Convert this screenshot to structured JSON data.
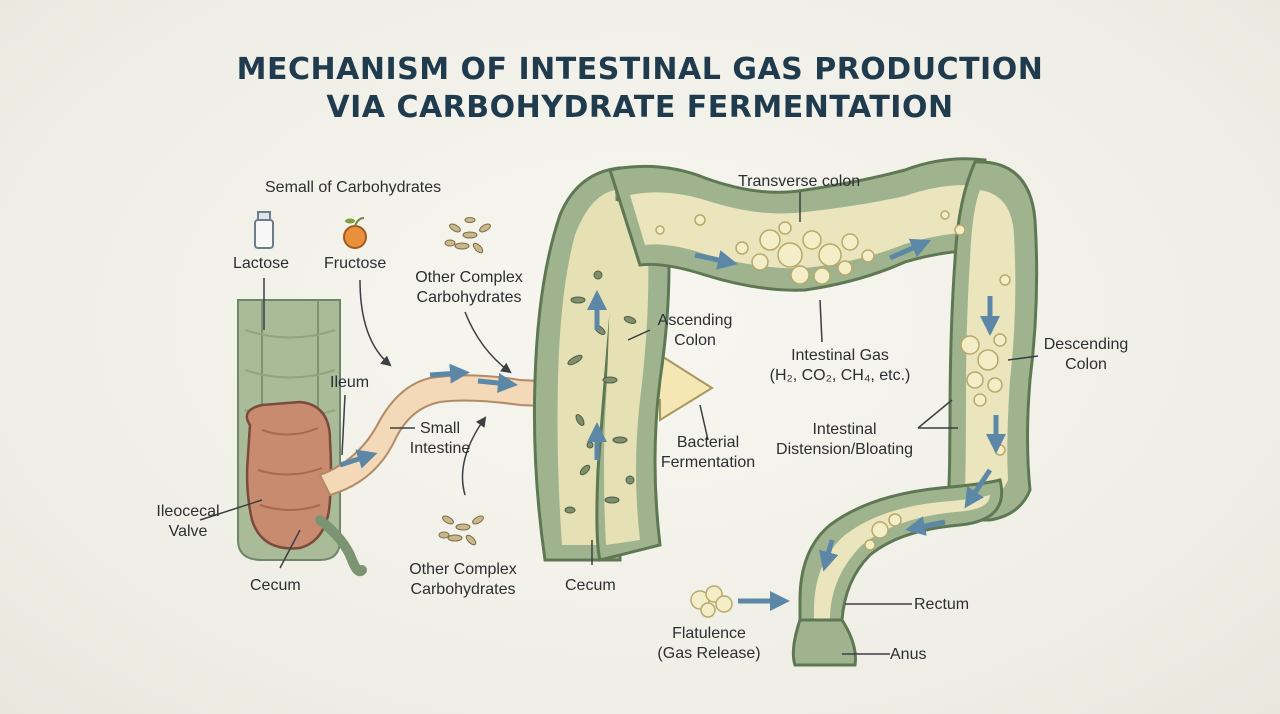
{
  "title": {
    "line1": "MECHANISM OF INTESTINAL GAS PRODUCTION",
    "line2": "VIA CARBOHYDRATE FERMENTATION"
  },
  "labels": {
    "carbs_heading": "Semall of Carbohydrates",
    "lactose": "Lactose",
    "fructose": "Fructose",
    "complex_top_1": "Other Complex",
    "complex_top_2": "Carbohydrates",
    "ileum": "Ileum",
    "small_int_1": "Small",
    "small_int_2": "Intestine",
    "ileocecal_1": "Ileocecal",
    "ileocecal_2": "Valve",
    "cecum_left": "Cecum",
    "complex_bottom_1": "Other Complex",
    "complex_bottom_2": "Carbohydrates",
    "cecum_mid": "Cecum",
    "ascending_1": "Ascending",
    "ascending_2": "Colon",
    "bacterial_1": "Bacterial",
    "bacterial_2": "Fermentation",
    "transverse": "Transverse colon",
    "gas_1": "Intestinal Gas",
    "gas_2": "(H₂, CO₂, CH₄, etc.)",
    "descending_1": "Descending",
    "descending_2": "Colon",
    "distension_1": "Intestinal",
    "distension_2": "Distension/Bloating",
    "rectum": "Rectum",
    "anus": "Anus",
    "flatulence_1": "Flatulence",
    "flatulence_2": "(Gas Release)"
  },
  "colors": {
    "title": "#1f3b4d",
    "colon_wall": "#8ea583",
    "colon_inner": "#e8e3b8",
    "small_intestine": "#f3d9b8",
    "cecum_tissue": "#c98b6f",
    "flow_arrow": "#5c87a6",
    "gas_bubble": "#f4eec8"
  },
  "icons": [
    "milk-bottle-icon",
    "apple-icon",
    "carb-pellets-icon",
    "gas-cloud-icon",
    "bacteria-icon"
  ]
}
